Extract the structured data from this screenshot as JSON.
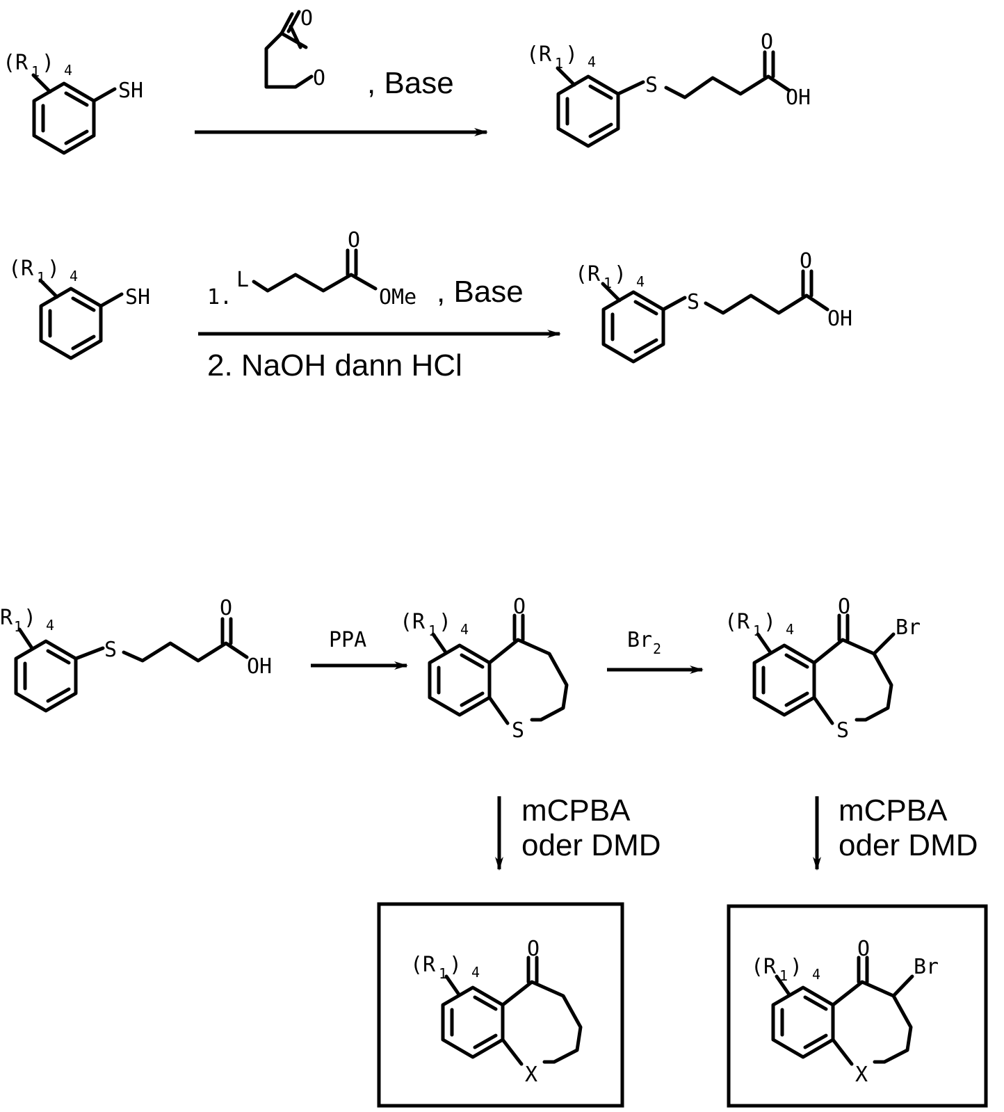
{
  "labels": {
    "sh": "SH",
    "s": "S",
    "oh": "OH",
    "o": "O",
    "br": "Br",
    "x": "X",
    "l": "L",
    "ome": "OMe",
    "r_open": "(R",
    "r_open_nop": "R",
    "r_sub": "1",
    "r_close": ")",
    "r_count": "4"
  },
  "reagents": {
    "base": ", Base",
    "step1": "1.",
    "step1_base": ", Base",
    "step2": "2. NaOH dann HCl",
    "ppa": "PPA",
    "br2": "Br",
    "br2_sub": "2",
    "oxidant_line1": "mCPBA",
    "oxidant_line2": "oder DMD"
  }
}
